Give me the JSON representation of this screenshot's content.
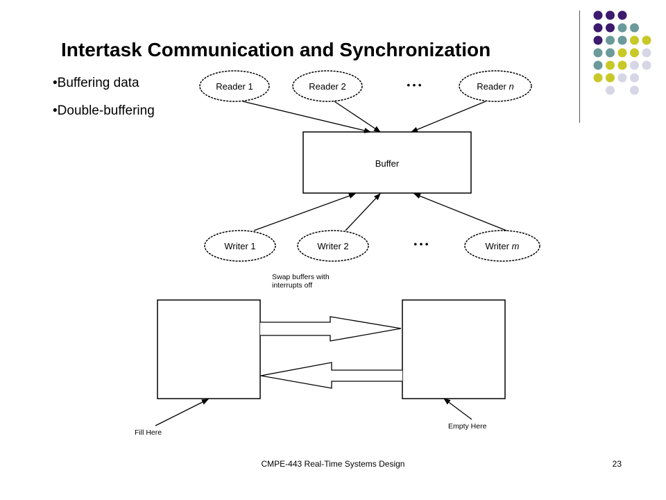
{
  "slide": {
    "title": "Intertask Communication and Synchronization",
    "bullets": [
      "Buffering data",
      "Double-buffering"
    ],
    "footer": "CMPE-443 Real-Time Systems Design",
    "page_number": "23"
  },
  "diagram": {
    "readers": [
      "Reader 1",
      "Reader 2"
    ],
    "reader_last_prefix": "Reader ",
    "reader_last_var": "n",
    "buffer_label": "Buffer",
    "writers": [
      "Writer 1",
      "Writer 2"
    ],
    "writer_last_prefix": "Writer ",
    "writer_last_var": "m",
    "ellipsis": "• • •",
    "swap_note_line1": "Swap buffers with",
    "swap_note_line2": "interrupts off",
    "fill_label": "Fill Here",
    "empty_label": "Empty Here"
  },
  "decoration": {
    "colors": [
      "#3d1a6e",
      "#6b9a9a",
      "#c8c828",
      "#d6d6e6"
    ]
  }
}
